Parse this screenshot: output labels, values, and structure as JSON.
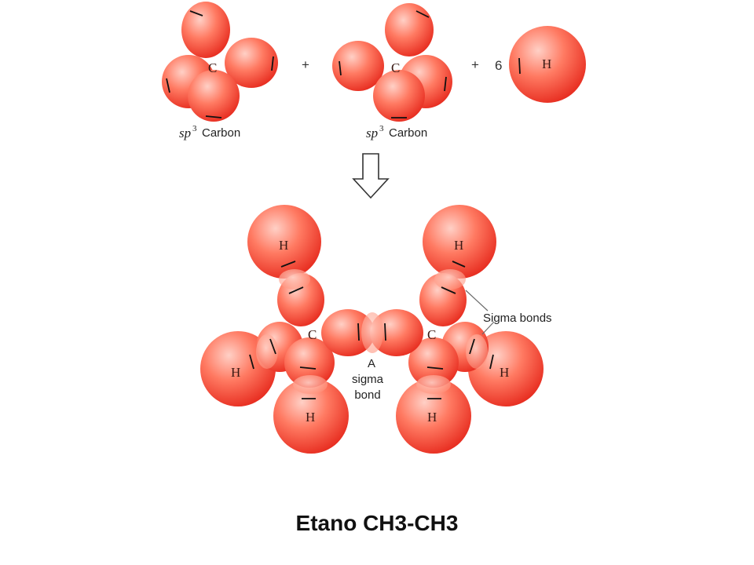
{
  "reactants": {
    "carbon_label_prefix": "sp",
    "carbon_label_superscript": "3",
    "carbon_label_suffix": "Carbon",
    "carbon_symbol": "C",
    "plus_sign": "+",
    "hydrogen_count": "6",
    "hydrogen_symbol": "H"
  },
  "product": {
    "carbon_symbol": "C",
    "hydrogen_symbol": "H",
    "sigma_bonds_label": "Sigma bonds",
    "central_bond_label_lines": [
      "A",
      "sigma",
      "bond"
    ]
  },
  "caption": "Etano CH3-CH3",
  "colors": {
    "orbital_light": "#ffc3b6",
    "orbital_mid": "#ff6a52",
    "orbital_dark": "#e8271a",
    "leader_line": "#6b6b6b"
  }
}
